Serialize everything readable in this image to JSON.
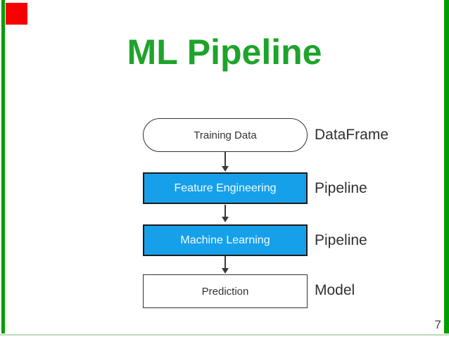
{
  "slide": {
    "title": "ML Pipeline",
    "page_number": "7"
  },
  "pipeline": {
    "nodes": [
      {
        "label": "Training Data",
        "annotation": "DataFrame",
        "shape": "stadium",
        "fill": "#FFFFFF"
      },
      {
        "label": "Feature Engineering",
        "annotation": "Pipeline",
        "shape": "rect",
        "fill": "#17A0EA"
      },
      {
        "label": "Machine Learning",
        "annotation": "Pipeline",
        "shape": "rect",
        "fill": "#17A0EA"
      },
      {
        "label": "Prediction",
        "annotation": "Model",
        "shape": "rect",
        "fill": "#FFFFFF"
      }
    ]
  },
  "colors": {
    "title_green": "#1EA32B",
    "border_green": "#009E00",
    "node_blue": "#17A0EA",
    "marker_red": "#F70000",
    "bottom_line_green": "#BBDCB8",
    "text_dark": "#303030"
  }
}
